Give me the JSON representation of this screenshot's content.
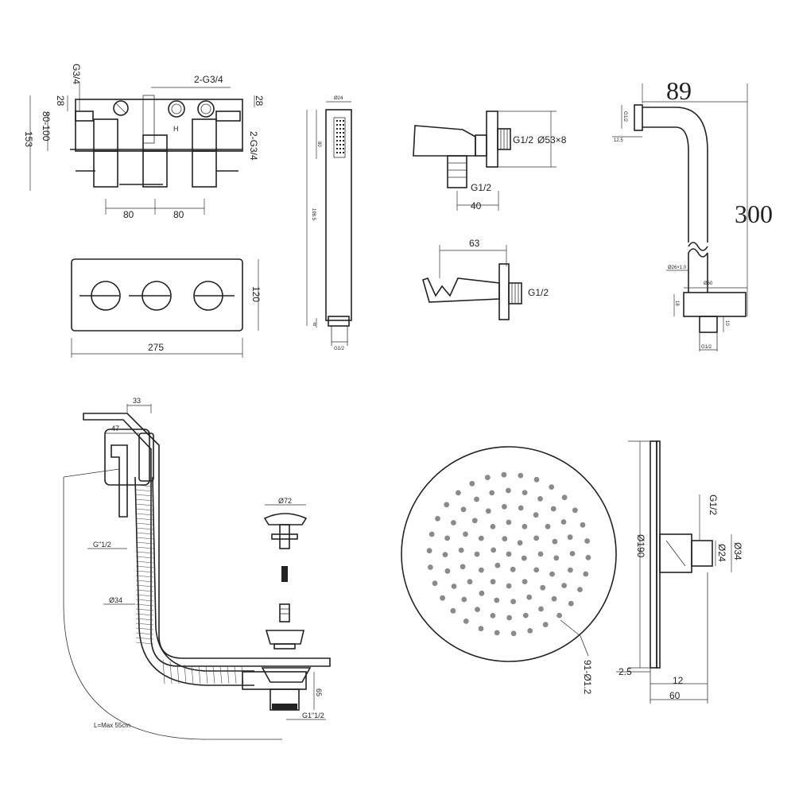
{
  "valve": {
    "g34_left": "G3/4",
    "two_g34_top": "2-G3/4",
    "two_g34_right": "2-G3/4",
    "d28_left": "28",
    "d28_right": "28",
    "d153": "153",
    "d80_100": "80-100",
    "h_mark": "H",
    "spacing_1": "80",
    "spacing_2": "80"
  },
  "plate": {
    "width": "275",
    "height": "120"
  },
  "hand_shower": {
    "dia": "Ø24",
    "head_len": "80",
    "total_len": "198.5",
    "base_len": "8",
    "thread": "G1/2"
  },
  "outlet_bracket": {
    "thread": "G1/2",
    "dia": "Ø53×8",
    "bottom_thread": "G1/2",
    "depth": "40"
  },
  "holder": {
    "width": "63",
    "thread": "G1/2"
  },
  "arm": {
    "width": "89",
    "height": "300",
    "thread_top": "G1/2",
    "d12_5": "12.5",
    "tube": "Ø26×1.0",
    "flange": "Ø60",
    "d18": "18",
    "d10": "10",
    "thread_bottom": "G1/2"
  },
  "bath_waste": {
    "d33": "33",
    "d47": "47",
    "g12": "G\"1/2",
    "d34": "Ø34",
    "length": "L=Max 55cm",
    "plug_dia": "Ø72",
    "d65": "65",
    "g1_12": "G1\"1/2"
  },
  "shower_head": {
    "diameter": "Ø190",
    "holes": "91-Ø1.2",
    "thread": "G1/2",
    "d34": "Ø34",
    "d24": "Ø24",
    "d2_5": "2.5",
    "d12": "12",
    "d60": "60"
  }
}
